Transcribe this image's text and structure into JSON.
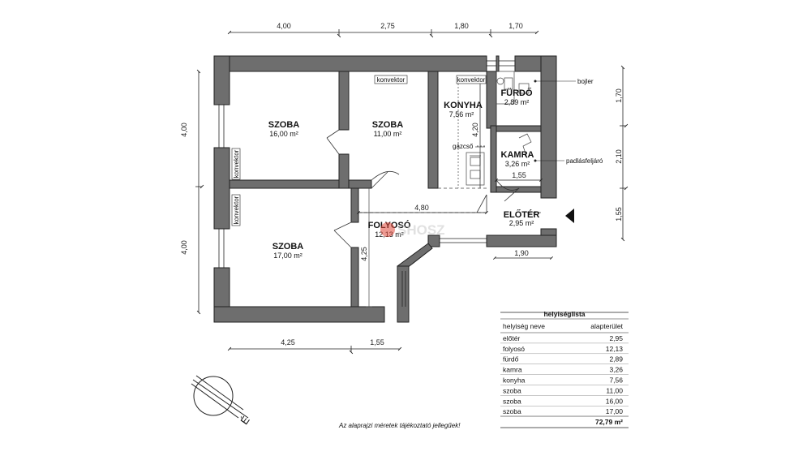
{
  "dimensions": {
    "top": [
      "4,00",
      "2,75",
      "1,80",
      "1,70"
    ],
    "left": [
      "4,00",
      "4,00"
    ],
    "right": [
      "1,70",
      "2,10",
      "1,55"
    ],
    "bottom": [
      "4,25",
      "1,55"
    ],
    "inner_width": "4,80",
    "kamra_width": "1,55",
    "eloter_width": "1,90",
    "konyha_height": "4,20",
    "folyoso_height": "4,25"
  },
  "rooms": {
    "szoba1": {
      "name": "SZOBA",
      "area": "16,00 m²"
    },
    "szoba2": {
      "name": "SZOBA",
      "area": "11,00 m²"
    },
    "szoba3": {
      "name": "SZOBA",
      "area": "17,00 m²"
    },
    "konyha": {
      "name": "KONYHA",
      "area": "7,56 m²"
    },
    "furdo": {
      "name": "FÜRDŐ",
      "area": "2,89 m²"
    },
    "kamra": {
      "name": "KAMRA",
      "area": "3,26 m²"
    },
    "eloter": {
      "name": "ELŐTÉR",
      "area": "2,95 m²"
    },
    "folyoso": {
      "name": "FOLYOSÓ",
      "area": "12,13 m²"
    }
  },
  "labels": {
    "konvektor": "konvektor",
    "gazcso": "gázcső",
    "bojler": "bojler",
    "padlasfeljaro": "padlásfeljáró",
    "watermark": "SHOSZ"
  },
  "table": {
    "title": "helyiséglista",
    "col_name": "helyiség neve",
    "col_area": "alapterület",
    "rows": [
      {
        "name": "előtér",
        "area": "2,95"
      },
      {
        "name": "folyosó",
        "area": "12,13"
      },
      {
        "name": "fürdő",
        "area": "2,89"
      },
      {
        "name": "kamra",
        "area": "3,26"
      },
      {
        "name": "konyha",
        "area": "7,56"
      },
      {
        "name": "szoba",
        "area": "11,00"
      },
      {
        "name": "szoba",
        "area": "16,00"
      },
      {
        "name": "szoba",
        "area": "17,00"
      }
    ],
    "total": "72,79 m²"
  },
  "footer_note": "Az alaprajzi méretek tájékoztató jellegűek!",
  "compass_label": "É"
}
